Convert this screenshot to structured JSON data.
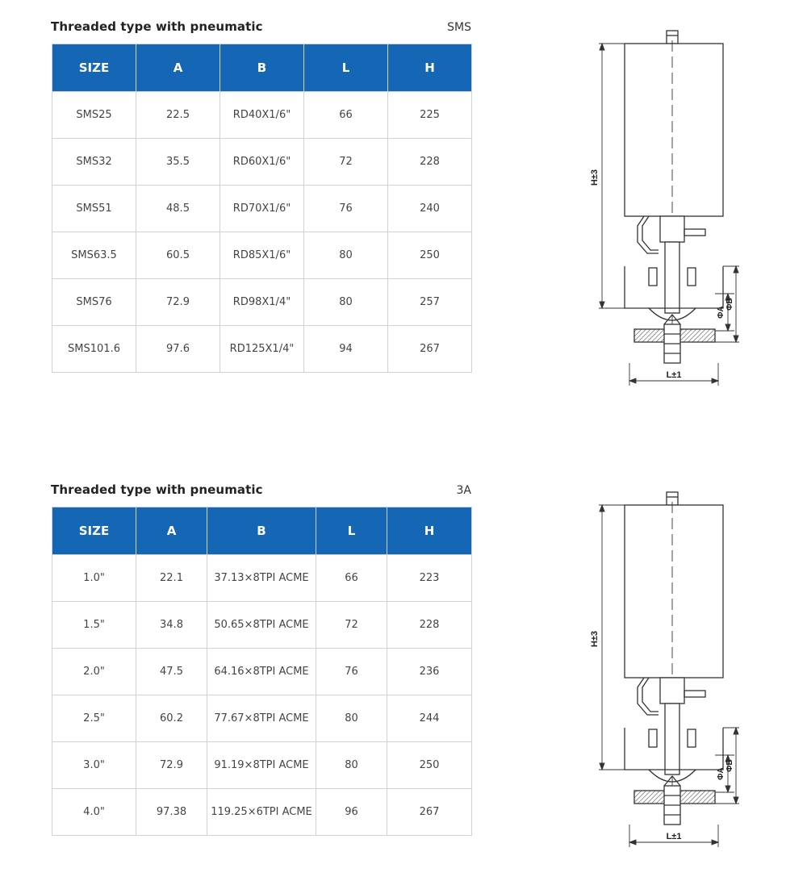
{
  "sections": [
    {
      "title": "Threaded type with pneumatic",
      "standard": "SMS",
      "columns": [
        "SIZE",
        "A",
        "B",
        "L",
        "H"
      ],
      "rows": [
        [
          "SMS25",
          "22.5",
          "RD40X1/6\"",
          "66",
          "225"
        ],
        [
          "SMS32",
          "35.5",
          "RD60X1/6\"",
          "72",
          "228"
        ],
        [
          "SMS51",
          "48.5",
          "RD70X1/6\"",
          "76",
          "240"
        ],
        [
          "SMS63.5",
          "60.5",
          "RD85X1/6\"",
          "80",
          "250"
        ],
        [
          "SMS76",
          "72.9",
          "RD98X1/4\"",
          "80",
          "257"
        ],
        [
          "SMS101.6",
          "97.6",
          "RD125X1/4\"",
          "94",
          "267"
        ]
      ],
      "drawing": {
        "height_label": "H±3",
        "length_label": "L±1",
        "dia_a_label": "ΦA",
        "dia_b_label": "ΦB"
      }
    },
    {
      "title": "Threaded type with pneumatic",
      "standard": "3A",
      "columns": [
        "SIZE",
        "A",
        "B",
        "L",
        "H"
      ],
      "rows": [
        [
          "1.0\"",
          "22.1",
          "37.13×8TPI ACME",
          "66",
          "223"
        ],
        [
          "1.5\"",
          "34.8",
          "50.65×8TPI ACME",
          "72",
          "228"
        ],
        [
          "2.0\"",
          "47.5",
          "64.16×8TPI ACME",
          "76",
          "236"
        ],
        [
          "2.5\"",
          "60.2",
          "77.67×8TPI ACME",
          "80",
          "244"
        ],
        [
          "3.0\"",
          "72.9",
          "91.19×8TPI ACME",
          "80",
          "250"
        ],
        [
          "4.0\"",
          "97.38",
          "119.25×6TPI ACME",
          "96",
          "267"
        ]
      ],
      "drawing": {
        "height_label": "H±3",
        "length_label": "L±1",
        "dia_a_label": "ΦA",
        "dia_b_label": "ΦB"
      }
    }
  ]
}
